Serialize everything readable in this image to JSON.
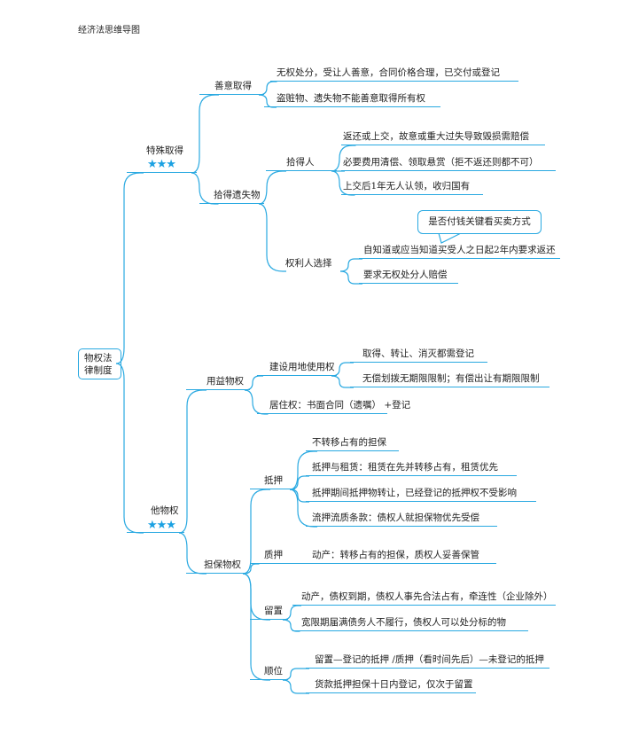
{
  "title": "经济法思维导图",
  "accent_color": "#29a9e1",
  "star_color": "#1ba1e2",
  "root": {
    "line1": "物权法",
    "line2": "律制度"
  },
  "special": {
    "label": "特殊取得",
    "stars": "★★★",
    "good_faith": {
      "label": "善意取得",
      "items": [
        "无权处分，受让人善意，合同价格合理，已交付或登记",
        "盗赃物、遗失物不能善意取得所有权"
      ]
    },
    "lost_property": {
      "label": "拾得遗失物",
      "finder": {
        "label": "拾得人",
        "items": [
          "返还或上交，故意或重大过失导致毁损需赔偿",
          "必要费用清偿、领取悬赏（拒不返还则都不可）",
          "上交后1年无人认领，收归国有"
        ]
      },
      "owner": {
        "label": "权利人选择",
        "callout": "是否付钱关键看买卖方式",
        "items": [
          "自知道或应当知道买受人之日起2年内要求返还",
          "要求无权处分人赔偿"
        ]
      }
    }
  },
  "other": {
    "label": "他物权",
    "stars": "★★★",
    "usufruct": {
      "label": "用益物权",
      "land": {
        "label": "建设用地使用权",
        "items": [
          "取得、转让、消灭都需登记",
          "无偿划拨无期限限制；有偿出让有期限限制"
        ]
      },
      "residence": "居住权：书面合同（遗嘱） +登记"
    },
    "security": {
      "label": "担保物权",
      "mortgage": {
        "label": "抵押",
        "items": [
          "不转移占有的担保",
          "抵押与租赁：租赁在先并转移占有，租赁优先",
          "抵押期间抵押物转让，已经登记的抵押权不受影响",
          "流押流质条款：债权人就担保物优先受偿"
        ]
      },
      "pledge": {
        "label": "质押",
        "item": "动产：转移占有的担保，质权人妥善保管"
      },
      "lien": {
        "label": "留置",
        "items": [
          "动产，债权到期，债权人事先合法占有，牵连性（企业除外）",
          "宽限期届满债务人不履行，债权人可以处分标的物"
        ]
      },
      "priority": {
        "label": "顺位",
        "items": [
          "留置—登记的抵押 /质押（看时间先后）—未登记的抵押",
          "货款抵押担保十日内登记，仅次于留置"
        ]
      }
    }
  }
}
